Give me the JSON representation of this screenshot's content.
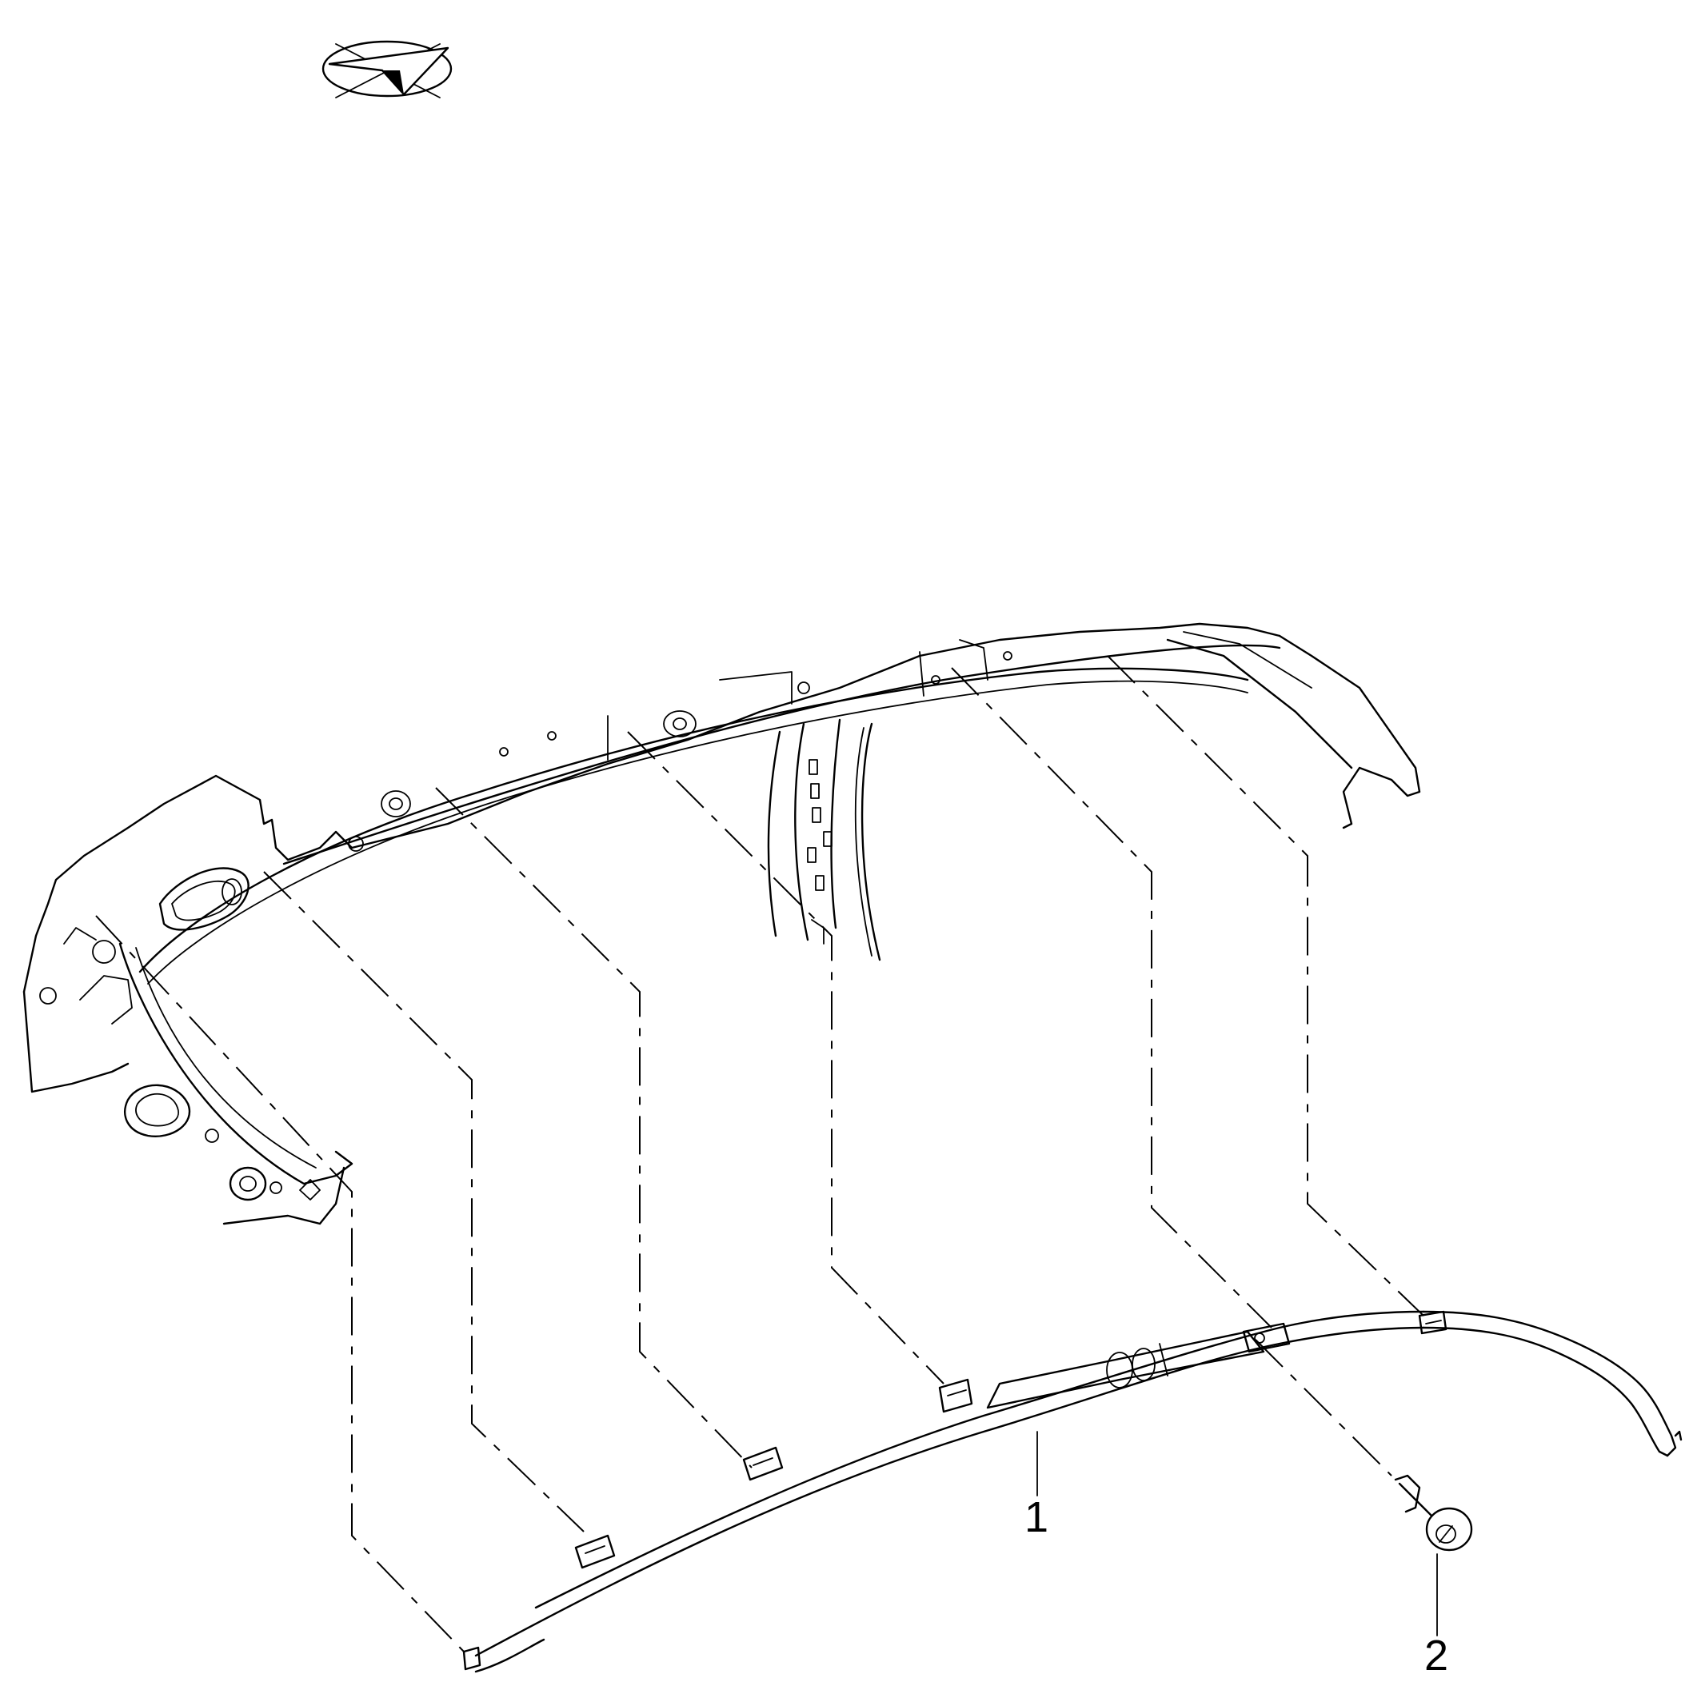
{
  "diagram": {
    "callouts": [
      {
        "label": "1",
        "part": "airbag-module"
      },
      {
        "label": "2",
        "part": "retaining-clip"
      }
    ],
    "icons": [
      "compass-orientation-icon"
    ]
  }
}
